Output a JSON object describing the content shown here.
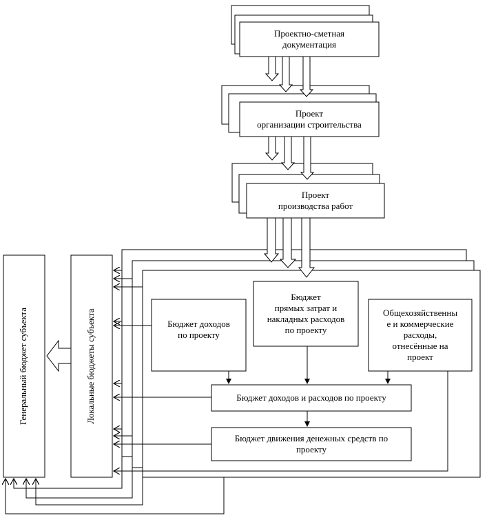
{
  "boxes": {
    "design_docs": {
      "line1": "Проектно-сметная",
      "line2": "документация"
    },
    "construction_org": {
      "line1": "Проект",
      "line2": "организации строительства"
    },
    "work_production": {
      "line1": "Проект",
      "line2": "производства работ"
    },
    "direct_costs_budget": {
      "line1": "Бюджет",
      "line2": "прямых затрат и",
      "line3": "накладных расходов",
      "line4": "по проекту"
    },
    "income_budget": {
      "line1": "Бюджет доходов",
      "line2": "по проекту"
    },
    "overhead": {
      "line1": "Общехозяйственны",
      "line2": "е и коммерческие",
      "line3": "расходы,",
      "line4": "отнесённые на",
      "line5": "проект"
    },
    "income_expense_budget": {
      "text": "Бюджет доходов и расходов по проекту"
    },
    "cash_flow_budget": {
      "line1": "Бюджет движения денежных средств по",
      "line2": "проекту"
    },
    "local_budgets": {
      "text": "Локальные бюджеты субъекта"
    },
    "general_budget": {
      "text": "Генеральный бюджет субъекта"
    }
  }
}
